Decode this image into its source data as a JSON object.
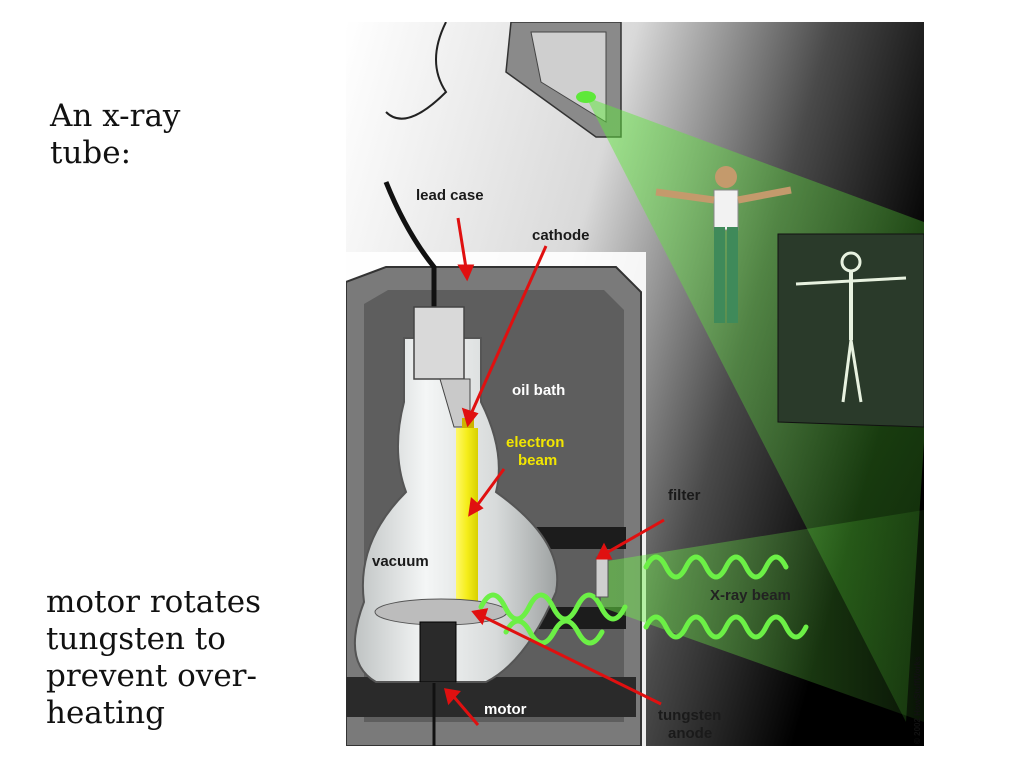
{
  "slide": {
    "title": "An x-ray tube:",
    "note": "motor rotates tungsten to prevent over-heating"
  },
  "figure": {
    "labels": {
      "lead_case": "lead case",
      "cathode": "cathode",
      "oil_bath": "oil bath",
      "electron_beam_1": "electron",
      "electron_beam_2": "beam",
      "filter": "filter",
      "vacuum": "vacuum",
      "xray_beam": "X-ray beam",
      "motor": "motor",
      "tungsten_anode_1": "tungsten",
      "tungsten_anode_2": "anode",
      "copyright": "© 2002 HowStuffWorks"
    },
    "colors": {
      "xray_green": "#5ee83a",
      "electron_yellow": "#f5ee1a",
      "pointer_red": "#e01010",
      "case_gray": "#7a7a7a"
    }
  }
}
